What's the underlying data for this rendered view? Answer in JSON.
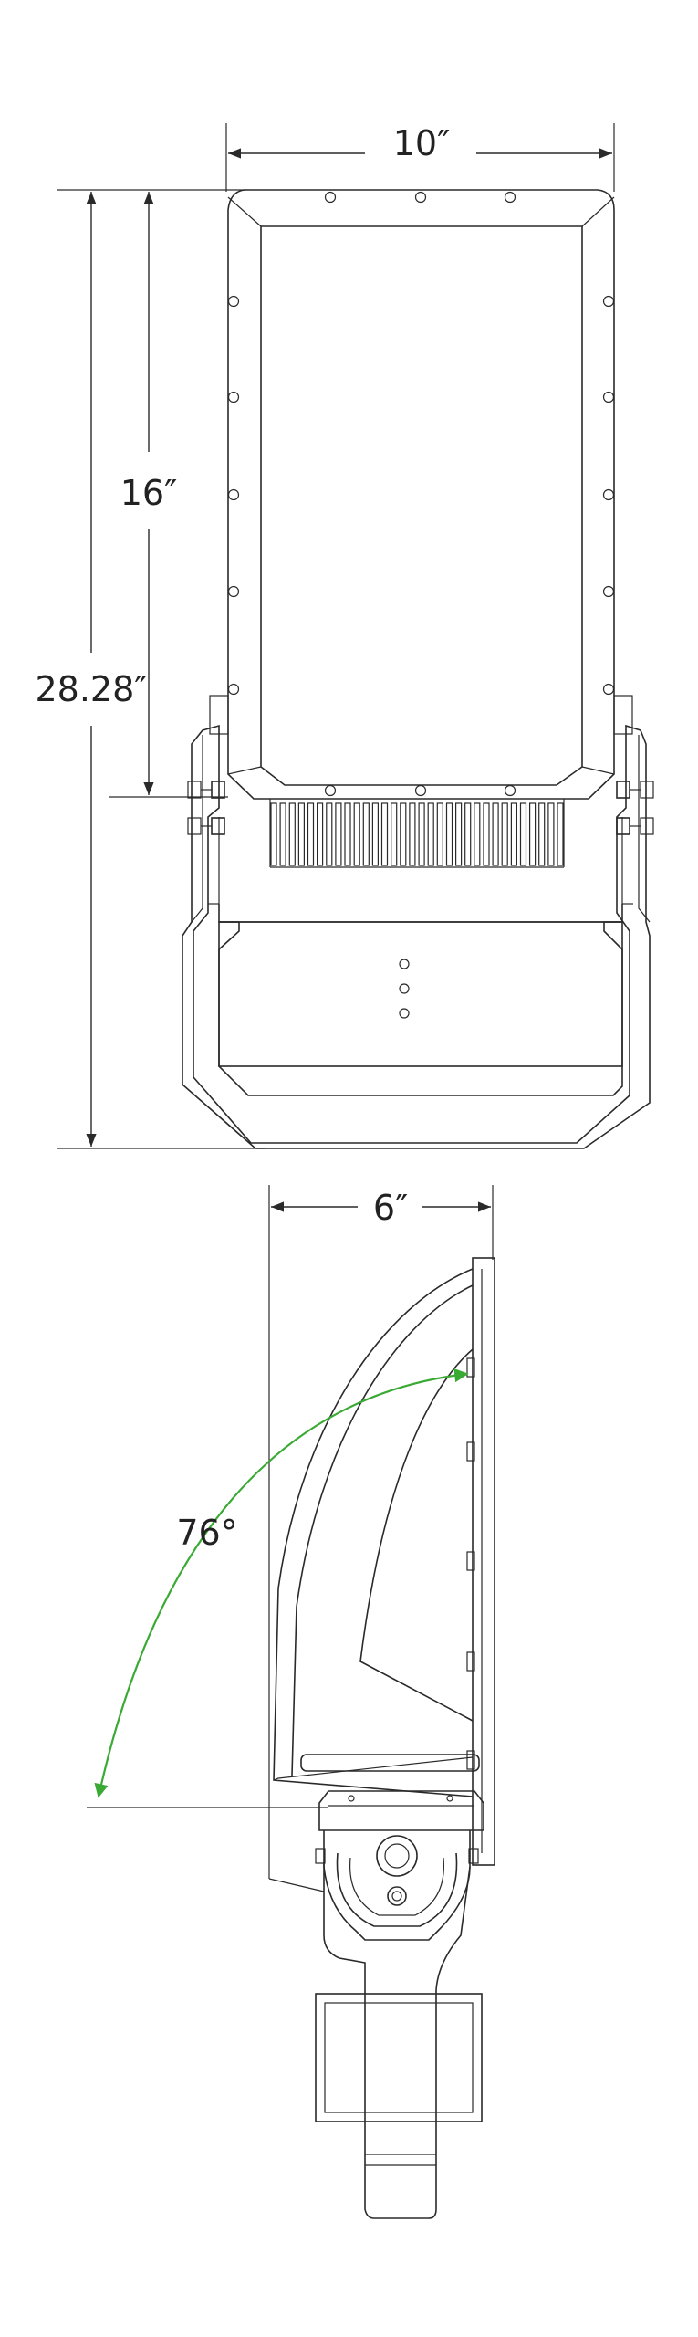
{
  "front_view": {
    "width_label": "10″",
    "lens_height_label": "16″",
    "overall_height_label": "28.28″"
  },
  "side_view": {
    "depth_label": "6″",
    "tilt_angle_label": "76°"
  },
  "colors": {
    "line": "#2a2a2a",
    "angle_arrow": "#3aaa35"
  }
}
